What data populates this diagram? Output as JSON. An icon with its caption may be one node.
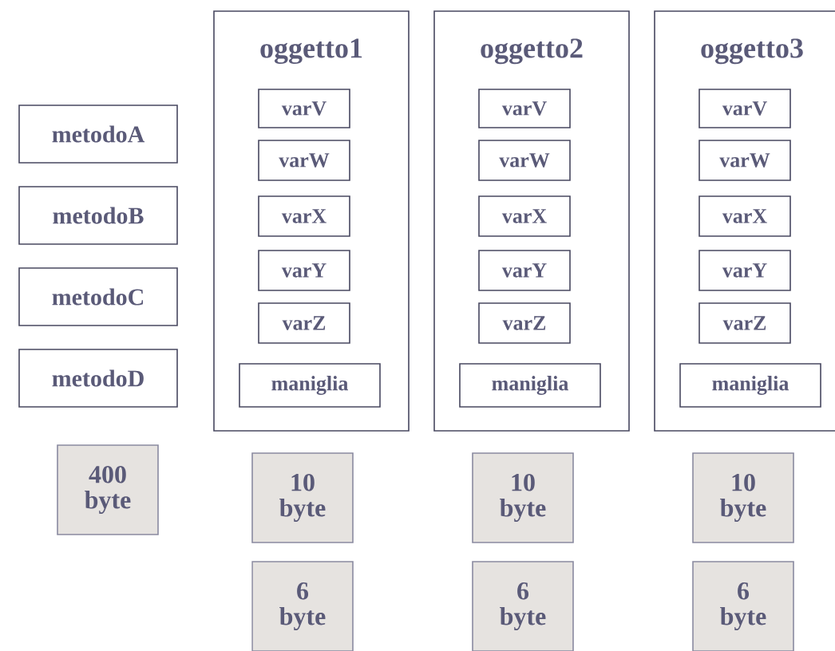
{
  "diagram": {
    "nodes": [
      {
        "text": [
          "metodoA"
        ]
      },
      {
        "text": [
          "metodoB"
        ]
      },
      {
        "text": [
          "metodoC"
        ]
      },
      {
        "text": [
          "metodoD"
        ]
      },
      {
        "text": [
          "400 byte"
        ]
      },
      {
        "text": [
          "oggetto1"
        ]
      },
      {
        "text": [
          "varV"
        ],
        "in": 5
      },
      {
        "text": [
          "varW"
        ],
        "in": 5
      },
      {
        "text": [
          "varX"
        ],
        "in": 5
      },
      {
        "text": [
          "varY"
        ],
        "in": 5
      },
      {
        "text": [
          "varZ"
        ],
        "in": 5
      },
      {
        "text": [
          "maniglia"
        ],
        "in": 5
      },
      {
        "text": [
          "oggetto2"
        ]
      },
      {
        "text": [
          "varV"
        ],
        "in": 12
      },
      {
        "text": [
          "varW"
        ],
        "in": 12
      },
      {
        "text": [
          "varX"
        ],
        "in": 12
      },
      {
        "text": [
          "varY"
        ],
        "in": 12
      },
      {
        "text": [
          "varZ"
        ],
        "in": 12
      },
      {
        "text": [
          "maniglia"
        ],
        "in": 12
      },
      {
        "text": [
          "oggetto3"
        ]
      },
      {
        "text": [
          "varV"
        ],
        "in": 19
      },
      {
        "text": [
          "varW"
        ],
        "in": 19
      },
      {
        "text": [
          "varX"
        ],
        "in": 19
      },
      {
        "text": [
          "varY"
        ],
        "in": 19
      },
      {
        "text": [
          "varZ"
        ],
        "in": 19
      },
      {
        "text": [
          "maniglia"
        ],
        "in": 19
      },
      {
        "text": [
          "10 byte"
        ]
      },
      {
        "text": [
          "10 byte"
        ]
      },
      {
        "text": [
          "10 byte"
        ]
      },
      {
        "text": [
          "6 byte"
        ]
      },
      {
        "text": [
          "6 byte"
        ]
      },
      {
        "text": [
          "6 byte"
        ]
      }
    ]
  }
}
